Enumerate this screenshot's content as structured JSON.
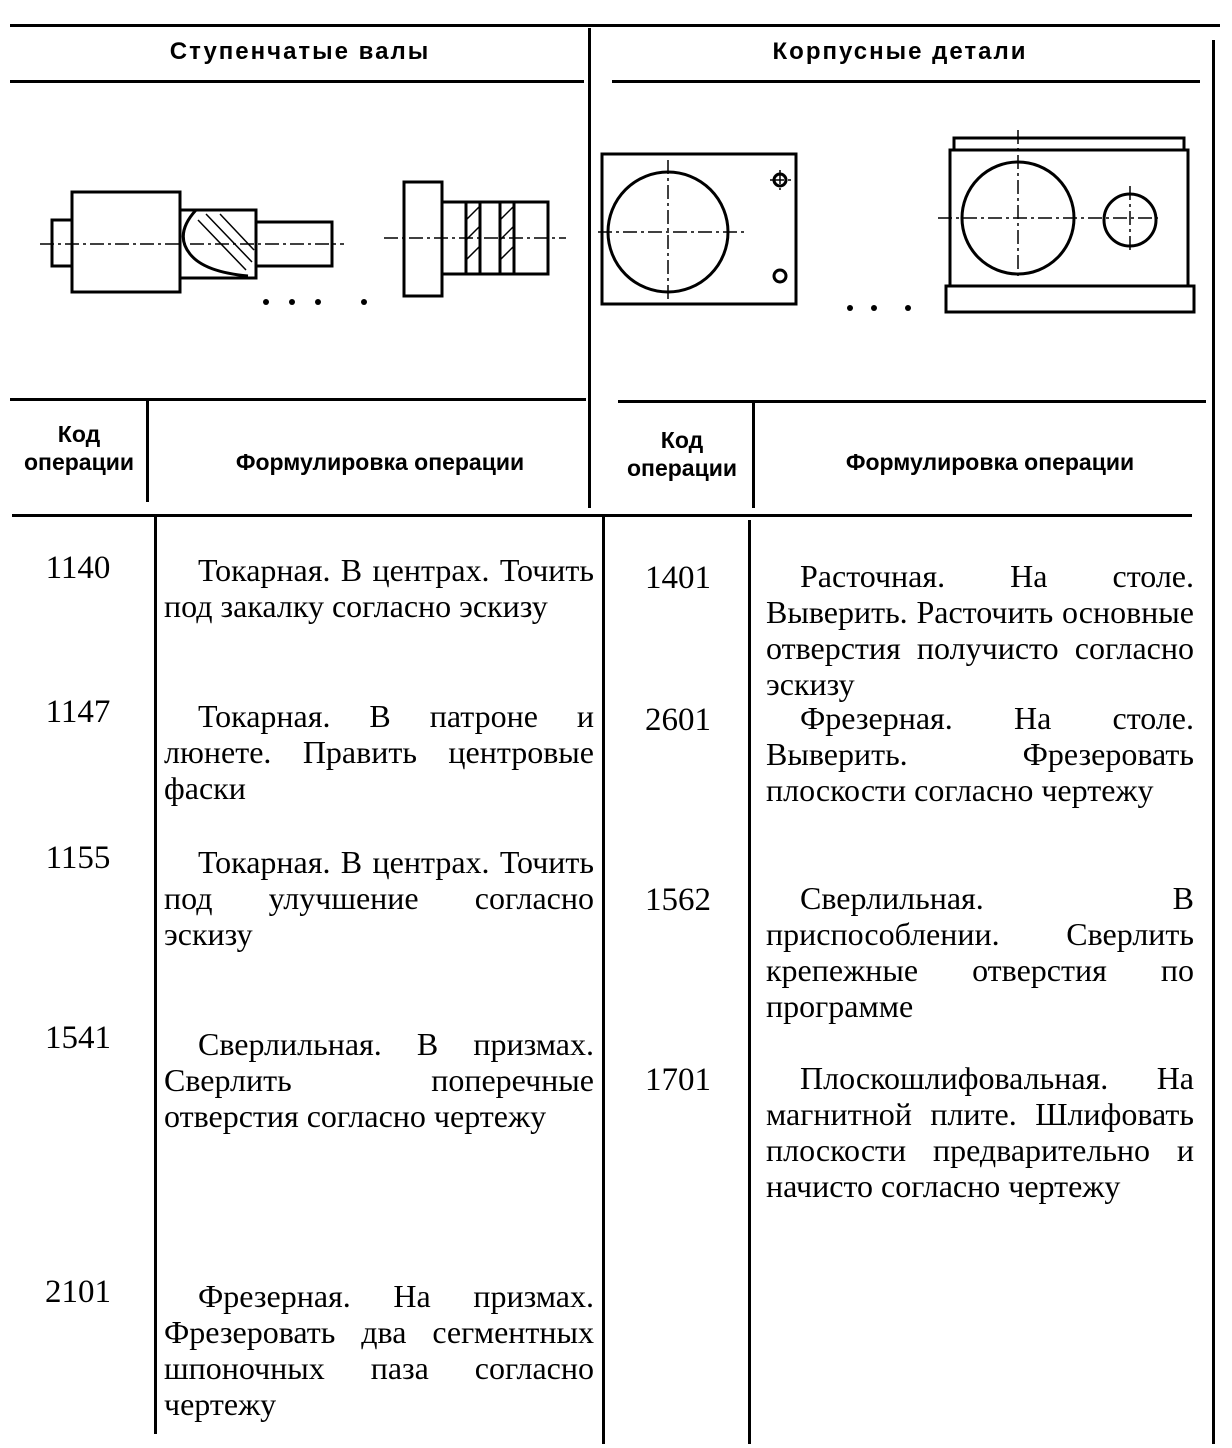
{
  "sections": {
    "left_title": "Ступенчатые валы",
    "right_title": "Корпусные детали"
  },
  "headers": {
    "left_code": "Код операции",
    "left_text": "Формулировка операции",
    "right_code": "Код операции",
    "right_text": "Формулировка операции"
  },
  "left_ops": [
    {
      "code": "1140",
      "text": "Токарная. В центрах. Точить под закалку согласно эскизу"
    },
    {
      "code": "1147",
      "text": "Токарная. В патроне и люнете. Править центровые фаски"
    },
    {
      "code": "1155",
      "text": "Токарная. В центрах. Точить под улучшение согласно эскизу"
    },
    {
      "code": "1541",
      "text": "Сверлильная. В призмах. Сверлить поперечные отверстия согласно чертежу"
    },
    {
      "code": "2101",
      "text": "Фрезерная. На призмах. Фрезеровать два сегментных шпоночных паза согласно чертежу"
    }
  ],
  "right_ops": [
    {
      "code": "1401",
      "text": "Расточная. На столе. Выверить. Расточить основные отверстия получисто согласно эскизу"
    },
    {
      "code": "2601",
      "text": "Фрезерная. На столе. Выверить. Фрезеровать плоскости согласно чертежу"
    },
    {
      "code": "1562",
      "text": "Сверлильная. В приспособлении. Сверлить крепежные отверстия по программе"
    },
    {
      "code": "1701",
      "text": "Плоскошлифовальная. На магнитной плите. Шлифовать плоскости предварительно и начисто согласно чертежу"
    }
  ]
}
